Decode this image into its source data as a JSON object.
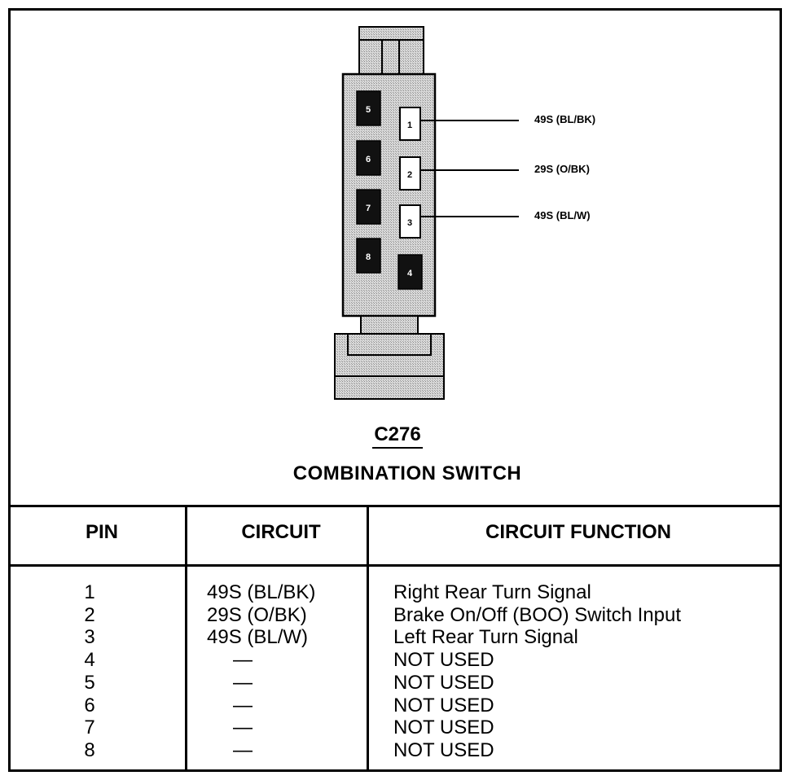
{
  "connector": {
    "id": "C276",
    "name": "COMBINATION SWITCH",
    "pin_numbers": [
      "1",
      "2",
      "3",
      "4",
      "5",
      "6",
      "7",
      "8"
    ],
    "wire_labels": [
      "49S (BL/BK)",
      "29S (O/BK)",
      "49S (BL/W)"
    ]
  },
  "table": {
    "headers": {
      "pin": "PIN",
      "circuit": "CIRCUIT",
      "function": "CIRCUIT FUNCTION"
    },
    "rows": [
      {
        "pin": "1",
        "circuit": "49S (BL/BK)",
        "function": "Right Rear Turn Signal"
      },
      {
        "pin": "2",
        "circuit": "29S (O/BK)",
        "function": "Brake On/Off (BOO) Switch Input"
      },
      {
        "pin": "3",
        "circuit": "49S (BL/W)",
        "function": "Left Rear Turn Signal"
      },
      {
        "pin": "4",
        "circuit": "—",
        "function": "NOT USED"
      },
      {
        "pin": "5",
        "circuit": "—",
        "function": "NOT USED"
      },
      {
        "pin": "6",
        "circuit": "—",
        "function": "NOT USED"
      },
      {
        "pin": "7",
        "circuit": "—",
        "function": "NOT USED"
      },
      {
        "pin": "8",
        "circuit": "—",
        "function": "NOT USED"
      }
    ]
  },
  "colors": {
    "ink": "#000000",
    "paper": "#ffffff",
    "connector_fill": "#c8c8c8"
  }
}
